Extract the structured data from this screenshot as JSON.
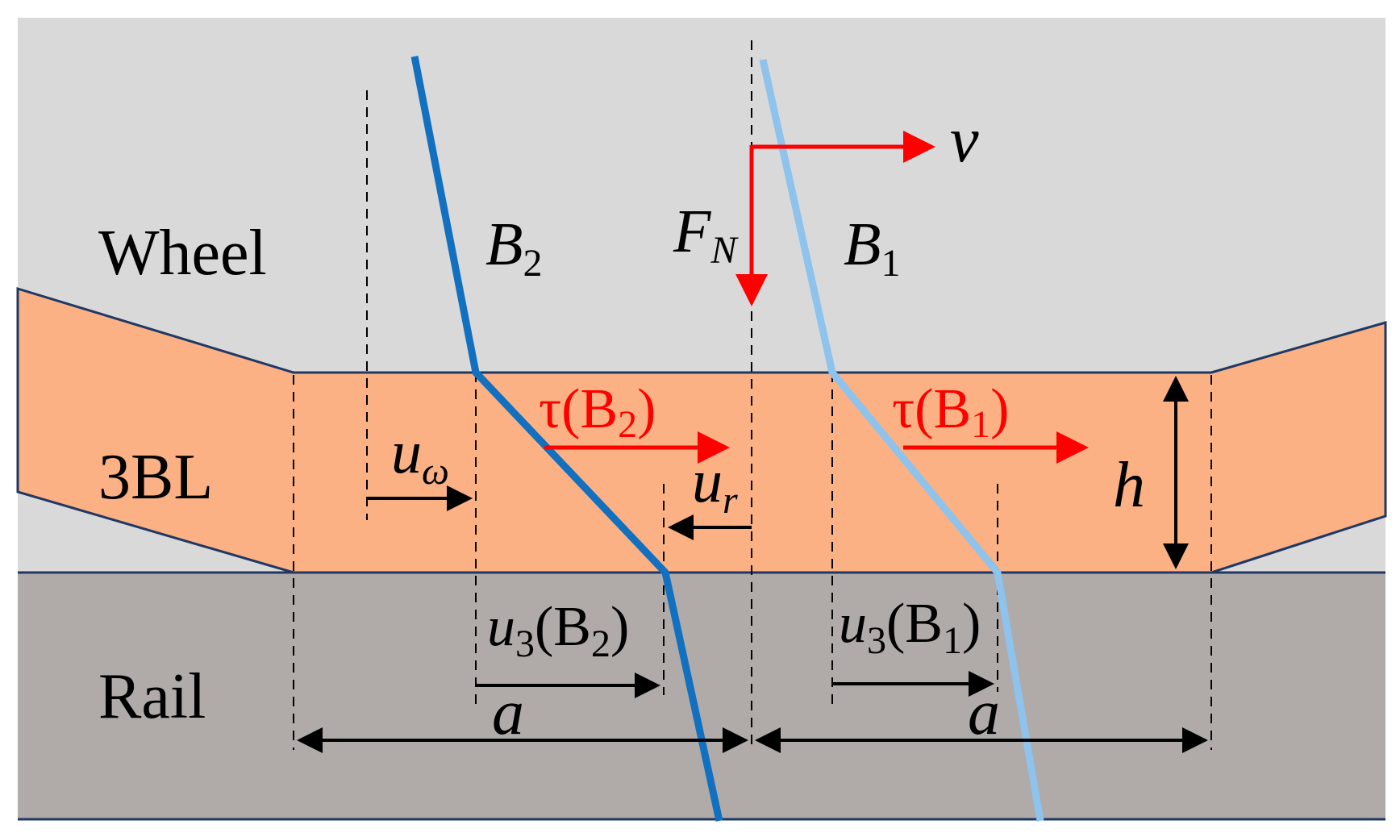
{
  "regions": {
    "wheel": "Wheel",
    "layer": "3BL",
    "rail": "Rail"
  },
  "bristles": {
    "b2": {
      "sym": "B",
      "sub": "2"
    },
    "b1": {
      "sym": "B",
      "sub": "1"
    }
  },
  "forces": {
    "normal": {
      "sym": "F",
      "sub": "N"
    },
    "velocity": "v",
    "tau_b2": {
      "pre": "τ(B",
      "sub": "2",
      "post": ")"
    },
    "tau_b1": {
      "pre": "τ(B",
      "sub": "1",
      "post": ")"
    }
  },
  "displacements": {
    "u_omega": {
      "sym": "u",
      "sub": "ω"
    },
    "u_r": {
      "sym": "u",
      "sub": "r"
    },
    "u3_b2": {
      "sym": "u",
      "sub": "3",
      "rest": "(B",
      "sub2": "2",
      "post": ")"
    },
    "u3_b1": {
      "sym": "u",
      "sub": "3",
      "rest": "(B",
      "sub2": "1",
      "post": ")"
    }
  },
  "dimensions": {
    "half_width_left": "a",
    "half_width_right": "a",
    "thickness": "h"
  },
  "colors": {
    "wheel_fill": "#d9d9d9",
    "layer_fill": "#fbb183",
    "rail_fill": "#b0aaa8",
    "bristle_b2": "#1170c0",
    "bristle_b1": "#8dc3ec",
    "force": "#ff0000",
    "outline": "#1f3864"
  }
}
